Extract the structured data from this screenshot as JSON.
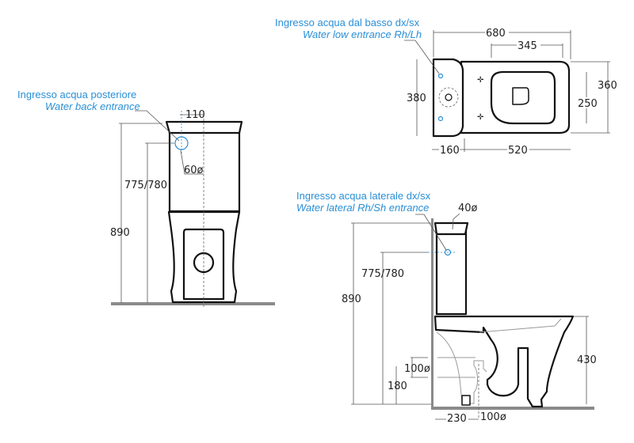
{
  "front_view": {
    "note_it": "Ingresso acqua posteriore",
    "note_en": "Water back entrance",
    "dims": {
      "total_height": "890",
      "inlet_height": "775/780",
      "inlet_offset": "110",
      "inlet_diameter": "60ø"
    }
  },
  "top_view": {
    "note_it": "Ingresso acqua dal basso dx/sx",
    "note_en": "Water low entrance Rh/Lh",
    "dims": {
      "length": "680",
      "seat_length": "345",
      "tank_width": "380",
      "bowl_width": "360",
      "seat_width": "250",
      "tank_depth": "160",
      "bowl_length": "520"
    }
  },
  "side_view": {
    "note_it": "Ingresso acqua laterale dx/sx",
    "note_en": "Water lateral Rh/Sh entrance",
    "dims": {
      "total_height": "890",
      "inlet_height": "775/780",
      "top_diameter": "40ø",
      "bowl_height": "430",
      "outlet_diameter_h": "100ø",
      "outlet_height": "180",
      "wall_distance": "230",
      "outlet_diameter_v": "100ø"
    }
  },
  "colors": {
    "annotation": "#2a8fd6",
    "line": "#111111",
    "floor": "#8a8a8a"
  }
}
